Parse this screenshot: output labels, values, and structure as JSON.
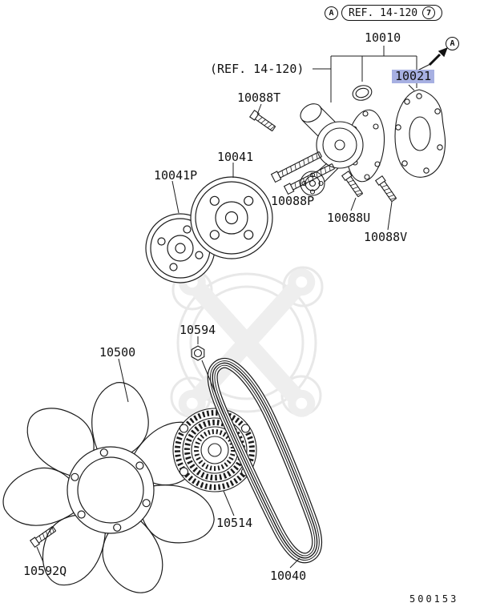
{
  "diagram": {
    "code": "500153",
    "header": {
      "marker": "A",
      "ref": "REF. 14-120",
      "sheet": "7"
    },
    "inline_ref": "(REF. 14-120)",
    "callout_marker": "A",
    "line_color": "#1c1c1c",
    "highlight_color": "#a7b0e2",
    "selected_part": "10021",
    "parts": [
      {
        "id": "10010",
        "label": "10010",
        "selected": false
      },
      {
        "id": "10021",
        "label": "10021",
        "selected": true
      },
      {
        "id": "10088T",
        "label": "10088T",
        "selected": false
      },
      {
        "id": "10041",
        "label": "10041",
        "selected": false
      },
      {
        "id": "10041P",
        "label": "10041P",
        "selected": false
      },
      {
        "id": "10088P",
        "label": "10088P",
        "selected": false
      },
      {
        "id": "10088U",
        "label": "10088U",
        "selected": false
      },
      {
        "id": "10088V",
        "label": "10088V",
        "selected": false
      },
      {
        "id": "10594",
        "label": "10594",
        "selected": false
      },
      {
        "id": "10500",
        "label": "10500",
        "selected": false
      },
      {
        "id": "10514",
        "label": "10514",
        "selected": false
      },
      {
        "id": "10040",
        "label": "10040",
        "selected": false
      },
      {
        "id": "10592Q",
        "label": "10592Q",
        "selected": false
      }
    ]
  }
}
